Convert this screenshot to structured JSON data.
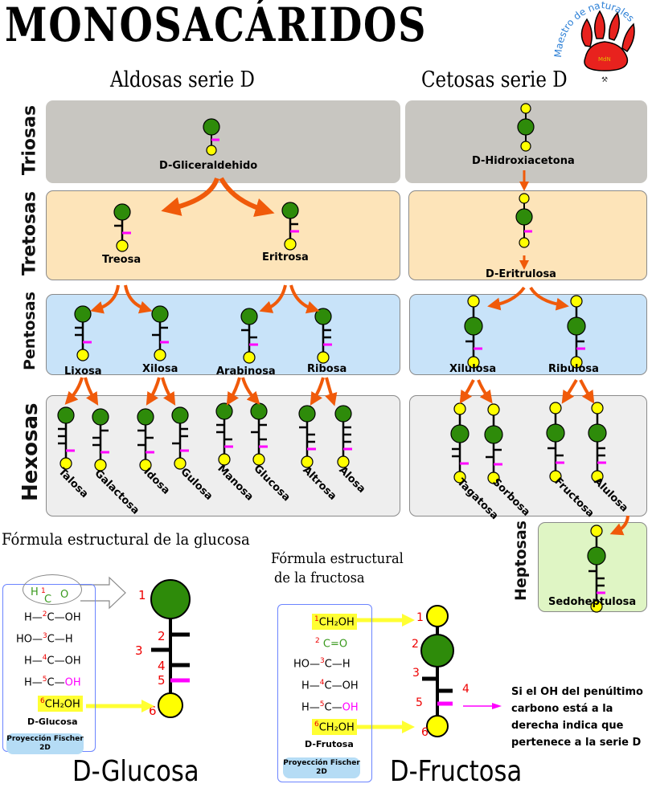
{
  "header": {
    "title": "MONOSACÁRIDOS",
    "aldoses_heading": "Aldosas serie D",
    "ketoses_heading": "Cetosas serie D",
    "logo": {
      "icon": "paw-print-icon",
      "text_top": "Maestro de naturales",
      "center_text": "MdN",
      "colors": {
        "paw": "#e8221e",
        "ring_text": "#2b7fd6"
      }
    }
  },
  "colors": {
    "triosas_bg": "#c8c6c1",
    "tetrosas_bg": "#fde4b9",
    "pentosas_bg": "#c8e3f9",
    "hexosas_bg": "#eeeeee",
    "heptosas_bg": "#dff5c4",
    "carbonyl_circle": "#2e8b0a",
    "terminal_circle": "#ffff00",
    "d_marker": "#ff00ff",
    "arrow": "#f05a0a"
  },
  "rows": {
    "triosas": "Triosas",
    "tetrosas": "Tretosas",
    "pentosas": "Pentosas",
    "hexosas": "Hexosas",
    "heptosas": "Heptosas"
  },
  "aldoses": {
    "triosas": [
      "D-Gliceraldehido"
    ],
    "tetrosas": [
      "Treosa",
      "Eritrosa"
    ],
    "pentosas": [
      "Lixosa",
      "Xilosa",
      "Arabinosa",
      "Ribosa"
    ],
    "hexosas": [
      "Talosa",
      "Galactosa",
      "Idosa",
      "Gulosa",
      "Manosa",
      "Glucosa",
      "Altrosa",
      "Alosa"
    ]
  },
  "ketoses": {
    "triosas": [
      "D-Hidroxiacetona"
    ],
    "tetrosas": [
      "D-Eritrulosa"
    ],
    "pentosas": [
      "Xilulosa",
      "Ribulosa"
    ],
    "hexosas": [
      "Tagatosa",
      "Sorbosa",
      "Fructosa",
      "Alulosa"
    ],
    "heptosas": [
      "Sedoheptulosa"
    ]
  },
  "glucose_section": {
    "heading": "Fórmula estructural de la glucosa",
    "fischer": {
      "c1_H": "H",
      "c1_C": "C",
      "c1_O": "O",
      "rows": [
        {
          "num": "2",
          "left": "H",
          "right": "OH"
        },
        {
          "num": "3",
          "left": "HO",
          "right": "H"
        },
        {
          "num": "4",
          "left": "H",
          "right": "OH"
        },
        {
          "num": "5",
          "left": "H",
          "right": "OH"
        }
      ],
      "c6": "CH₂OH",
      "name": "D-Glucosa",
      "badge_line1": "Proyección Fischer",
      "badge_line2": "2D"
    },
    "carbon_numbers": [
      "1",
      "2",
      "3",
      "4",
      "5",
      "6"
    ],
    "big_label": "D-Glucosa"
  },
  "fructose_section": {
    "heading_line1": "Fórmula estructural",
    "heading_line2": "de la fructosa",
    "fischer": {
      "c1": "CH₂OH",
      "c2": "C=O",
      "rows": [
        {
          "num": "3",
          "left": "HO",
          "right": "H"
        },
        {
          "num": "4",
          "left": "H",
          "right": "OH"
        },
        {
          "num": "5",
          "left": "H",
          "right": "OH"
        }
      ],
      "c6": "CH₂OH",
      "name": "D-Frutosa",
      "badge_line1": "Proyección Fischer",
      "badge_line2": "2D"
    },
    "carbon_numbers": [
      "1",
      "2",
      "3",
      "4",
      "5",
      "6"
    ],
    "big_label": "D-Fructosa"
  },
  "note": {
    "lines": [
      "Si el OH del penúltimo",
      "carbono está a la",
      "derecha indica que",
      "pertenece a la serie D"
    ]
  }
}
